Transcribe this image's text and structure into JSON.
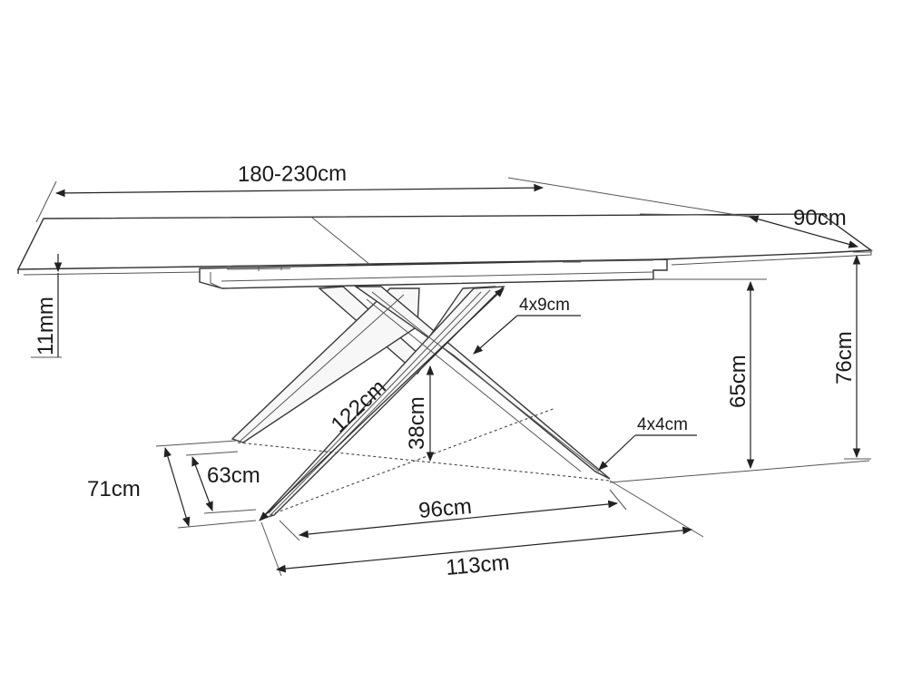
{
  "dimensions": {
    "length": "180-230cm",
    "depth": "90cm",
    "top_thickness": "11mm",
    "height_total": "76cm",
    "height_legs": "65cm",
    "height_cross": "38cm",
    "leg_diagonal": "122cm",
    "leg_section_top": "4x9cm",
    "leg_section_bottom": "4x4cm",
    "base_depth_outer": "71cm",
    "base_depth_inner": "63cm",
    "base_width_inner": "96cm",
    "base_width_outer": "113cm"
  }
}
